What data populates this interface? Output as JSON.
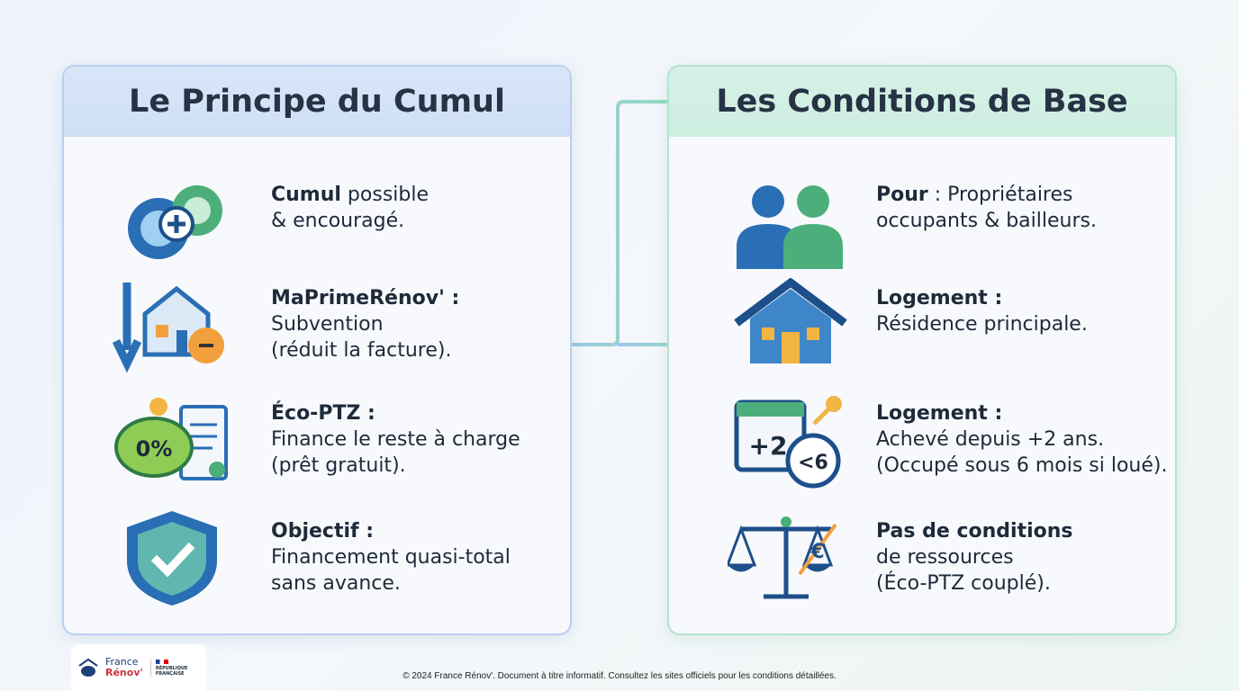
{
  "left_card": {
    "title": "Le Principe du Cumul",
    "items": [
      {
        "icon": "gears-plus-icon",
        "bold": "Cumul",
        "rest": " possible",
        "line2": "& encouragé.",
        "line3": ""
      },
      {
        "icon": "house-down-arrow-money-bag-icon",
        "bold": "MaPrimeRénov' :",
        "rest": "",
        "line2": "Subvention",
        "line3": "(réduit la facture)."
      },
      {
        "icon": "piggy-bank-0-percent-document-icon",
        "bold": "Éco-PTZ :",
        "rest": "",
        "line2": "Finance le reste à charge",
        "line3": "(prêt gratuit)."
      },
      {
        "icon": "shield-check-icon",
        "bold": "Objectif :",
        "rest": "",
        "line2": "Financement quasi-total",
        "line3": "sans avance."
      }
    ]
  },
  "right_card": {
    "title": "Les Conditions de Base",
    "items": [
      {
        "icon": "people-icon",
        "bold": "Pour",
        "rest": " : Propriétaires",
        "line2": "occupants & bailleurs.",
        "line3": ""
      },
      {
        "icon": "house-icon",
        "bold": "Logement :",
        "rest": "",
        "line2": "Résidence principale.",
        "line3": ""
      },
      {
        "icon": "calendar-clock-key-icon",
        "bold": "Logement :",
        "rest": "",
        "line2": "Achevé depuis +2 ans.",
        "line3": "(Occupé sous 6 mois si loué).",
        "icon_text1": "+2",
        "icon_text2": "<6"
      },
      {
        "icon": "scale-no-euro-icon",
        "bold": "Pas de conditions",
        "rest": "",
        "line2": "de ressources",
        "line3": "(Éco-PTZ couplé)."
      }
    ]
  },
  "logo": {
    "brand1": "France",
    "brand2": "Rénov'",
    "gov": "RÉPUBLIQUE FRANÇAISE"
  },
  "footer": "© 2024 France Rénov'. Document à titre informatif. Consultez les sites officiels pour les conditions détaillées.",
  "colors": {
    "left_accent": "#b9d0ef",
    "right_accent": "#b4e2cf",
    "blue": "#2a6fb5",
    "green": "#4cae7a",
    "orange": "#f2a03d"
  }
}
